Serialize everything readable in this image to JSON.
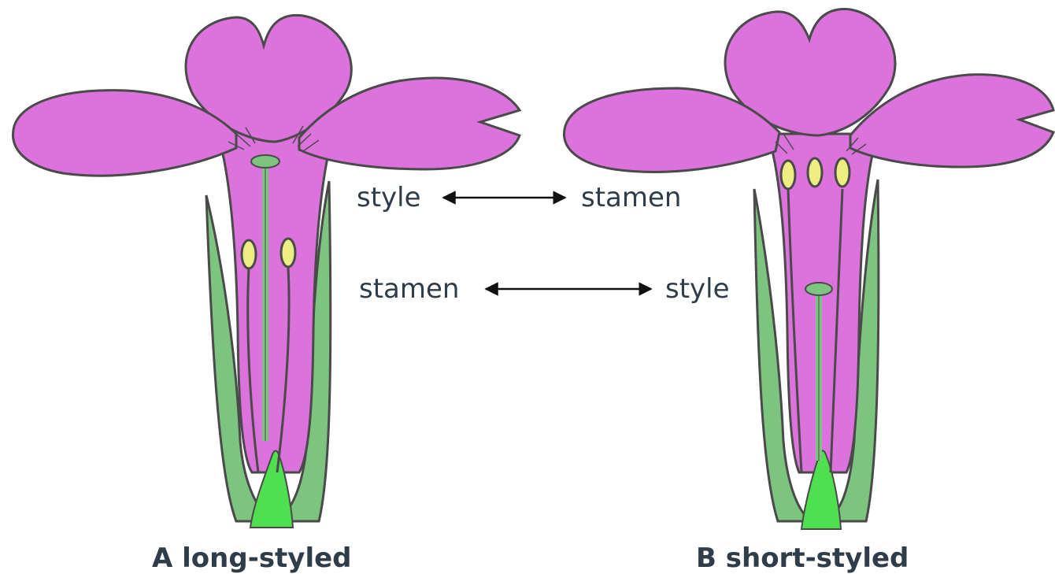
{
  "labels": {
    "row1_left": "style",
    "row1_right": "stamen",
    "row2_left": "stamen",
    "row2_right": "style"
  },
  "captions": {
    "left": "A long-styled",
    "right": "B short-styled"
  },
  "colors": {
    "petal": "#dc73dc",
    "sepal": "#7cc47f",
    "receptacle": "#4fe04f",
    "anther": "#ecee82",
    "outline": "#4a4a4a",
    "text": "#2f3d4a"
  }
}
